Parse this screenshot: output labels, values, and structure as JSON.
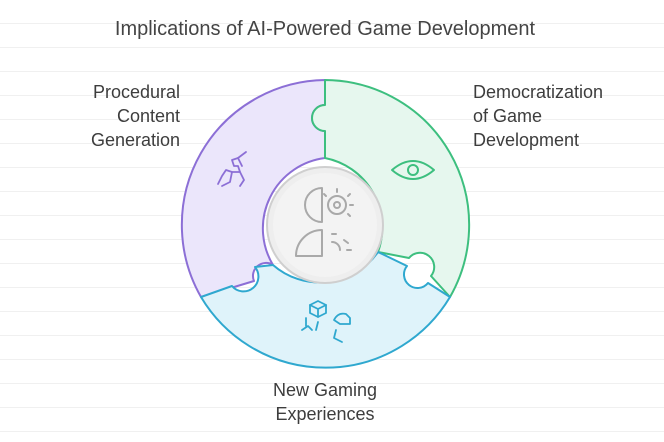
{
  "title": "Implications of AI-Powered Game Development",
  "segments": [
    {
      "id": "procedural",
      "lines": [
        "Procedural",
        "Content",
        "Generation"
      ],
      "icon": "unicorn-icon",
      "color": "#8c6fd6",
      "fill": "#ebe6fb"
    },
    {
      "id": "democratization",
      "lines": [
        "Democratization",
        "of Game",
        "Development"
      ],
      "icon": "eye-icon",
      "color": "#3dbf7f",
      "fill": "#e6f7ee"
    },
    {
      "id": "experiences",
      "lines": [
        "New Gaming",
        "Experiences"
      ],
      "icon": "vr-game-icon",
      "color": "#2fa8cf",
      "fill": "#dff3fa"
    }
  ],
  "center": {
    "icon": "ai-head-gear-icon",
    "color": "#a9a9a9"
  }
}
